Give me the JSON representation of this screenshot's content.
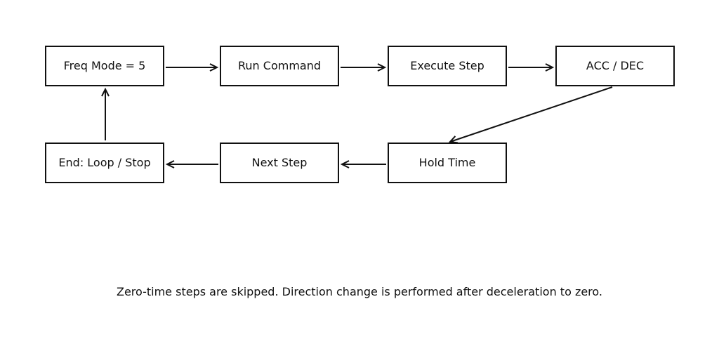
{
  "diagram": {
    "nodes": [
      {
        "id": "freq-mode",
        "label": "Freq Mode = 5"
      },
      {
        "id": "run-command",
        "label": "Run Command"
      },
      {
        "id": "execute-step",
        "label": "Execute Step"
      },
      {
        "id": "acc-dec",
        "label": "ACC / DEC"
      },
      {
        "id": "hold-time",
        "label": "Hold Time"
      },
      {
        "id": "next-step",
        "label": "Next Step"
      },
      {
        "id": "end-loop-stop",
        "label": "End: Loop / Stop"
      }
    ],
    "edges": [
      {
        "from": "freq-mode",
        "to": "run-command"
      },
      {
        "from": "run-command",
        "to": "execute-step"
      },
      {
        "from": "execute-step",
        "to": "acc-dec"
      },
      {
        "from": "acc-dec",
        "to": "hold-time"
      },
      {
        "from": "hold-time",
        "to": "next-step"
      },
      {
        "from": "next-step",
        "to": "end-loop-stop"
      },
      {
        "from": "end-loop-stop",
        "to": "freq-mode"
      }
    ],
    "footnote": "Zero-time steps are skipped. Direction change is performed after deceleration to zero."
  }
}
